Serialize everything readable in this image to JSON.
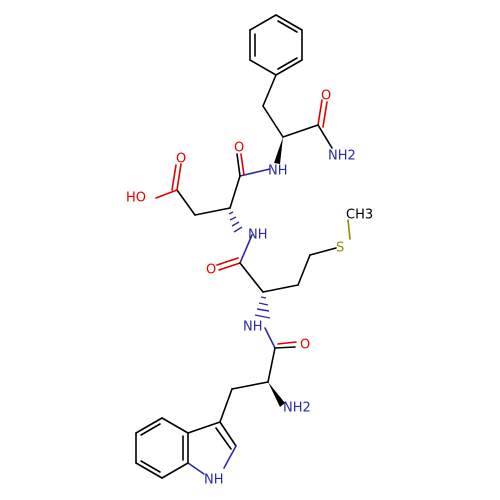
{
  "colors": {
    "carbon": "#000000",
    "oxygen": "#e00000",
    "nitrogen": "#2a2aa8",
    "sulfur": "#9a8a00"
  },
  "labels": {
    "o_amide1": "O",
    "nh2_amide": "NH2",
    "o_asp": "O",
    "nh_phe": "NH",
    "oh_acid": "HO",
    "o_acid": "O",
    "nh_asp": "NH",
    "s_met": "S",
    "ch3_met": "CH3",
    "o_met": "O",
    "nh_met": "NH",
    "o_trp": "O",
    "nh2_trp": "NH2",
    "nh_indole": "NH"
  }
}
